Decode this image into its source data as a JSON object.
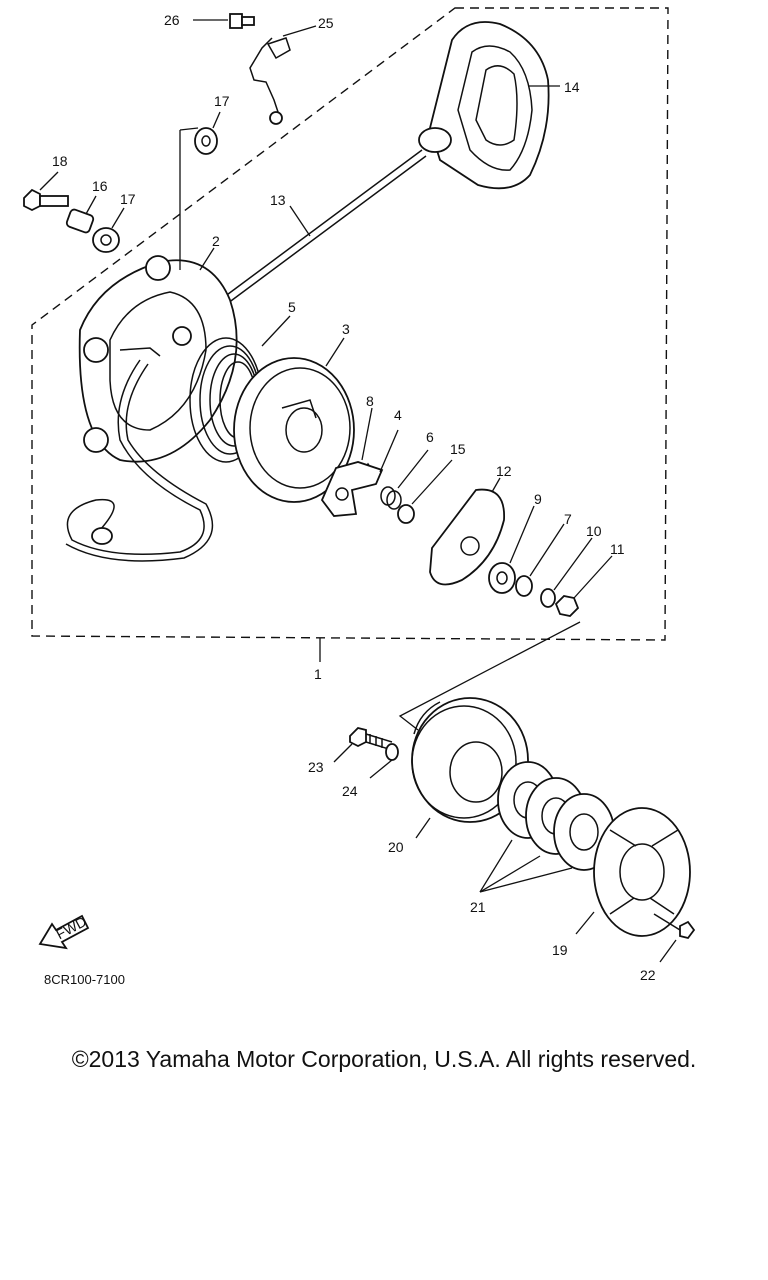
{
  "callouts": [
    "1",
    "2",
    "3",
    "4",
    "5",
    "6",
    "7",
    "8",
    "9",
    "10",
    "11",
    "12",
    "13",
    "14",
    "15",
    "16",
    "17",
    "17",
    "18",
    "19",
    "20",
    "21",
    "22",
    "23",
    "24",
    "25",
    "26"
  ],
  "fwd_label": "FWD",
  "diagram_code": "8CR100-7100",
  "copyright": "©2013 Yamaha Motor Corporation, U.S.A. All rights reserved."
}
